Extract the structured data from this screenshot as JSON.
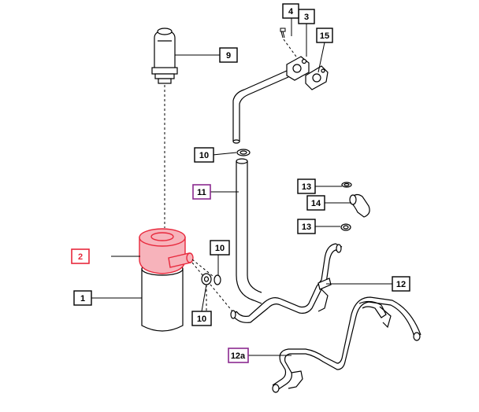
{
  "callouts": {
    "c1": "1",
    "c2": "2",
    "c3": "3",
    "c4": "4",
    "c9": "9",
    "c10a": "10",
    "c10b": "10",
    "c10c": "10",
    "c11": "11",
    "c12": "12",
    "c12a": "12a",
    "c13a": "13",
    "c13b": "13",
    "c14": "14",
    "c15": "15"
  },
  "colors": {
    "line": "#000000",
    "highlight_red": "#e8283c",
    "highlight_purple": "#8b2a8f",
    "part_red_fill": "#f7b3bb"
  }
}
